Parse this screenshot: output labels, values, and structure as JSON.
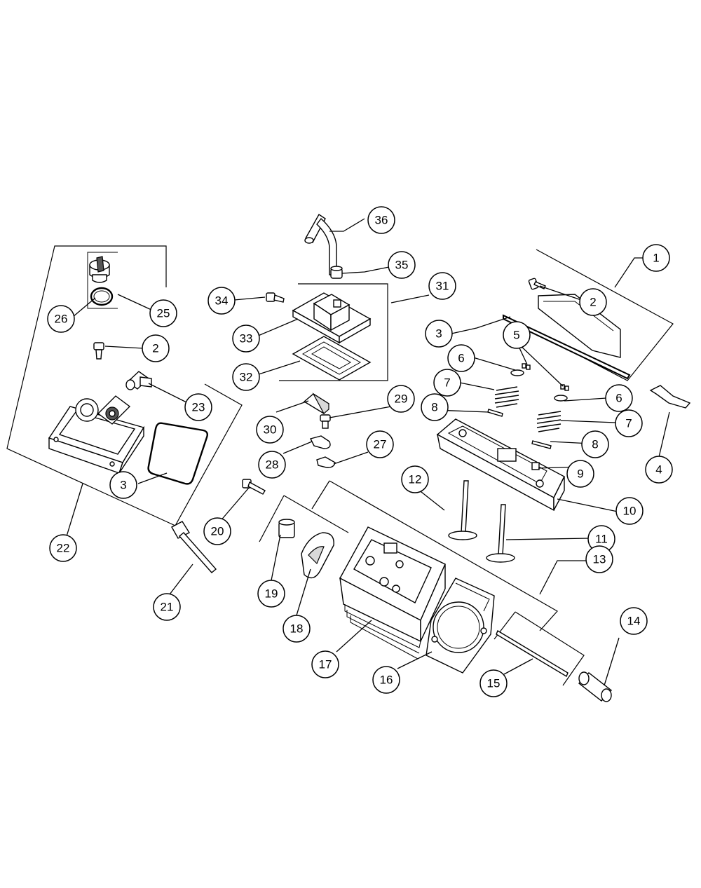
{
  "diagram": {
    "callouts": [
      {
        "id": "c1",
        "label": "1"
      },
      {
        "id": "c2a",
        "label": "2"
      },
      {
        "id": "c2b",
        "label": "2"
      },
      {
        "id": "c3a",
        "label": "3"
      },
      {
        "id": "c3b",
        "label": "3"
      },
      {
        "id": "c4",
        "label": "4"
      },
      {
        "id": "c5",
        "label": "5"
      },
      {
        "id": "c6a",
        "label": "6"
      },
      {
        "id": "c6b",
        "label": "6"
      },
      {
        "id": "c7a",
        "label": "7"
      },
      {
        "id": "c7b",
        "label": "7"
      },
      {
        "id": "c8a",
        "label": "8"
      },
      {
        "id": "c8b",
        "label": "8"
      },
      {
        "id": "c9",
        "label": "9"
      },
      {
        "id": "c10",
        "label": "10"
      },
      {
        "id": "c11",
        "label": "11"
      },
      {
        "id": "c12",
        "label": "12"
      },
      {
        "id": "c13",
        "label": "13"
      },
      {
        "id": "c14",
        "label": "14"
      },
      {
        "id": "c15",
        "label": "15"
      },
      {
        "id": "c16",
        "label": "16"
      },
      {
        "id": "c17",
        "label": "17"
      },
      {
        "id": "c18",
        "label": "18"
      },
      {
        "id": "c19",
        "label": "19"
      },
      {
        "id": "c20",
        "label": "20"
      },
      {
        "id": "c21",
        "label": "21"
      },
      {
        "id": "c22",
        "label": "22"
      },
      {
        "id": "c23",
        "label": "23"
      },
      {
        "id": "c25",
        "label": "25"
      },
      {
        "id": "c26",
        "label": "26"
      },
      {
        "id": "c27",
        "label": "27"
      },
      {
        "id": "c28",
        "label": "28"
      },
      {
        "id": "c29",
        "label": "29"
      },
      {
        "id": "c30",
        "label": "30"
      },
      {
        "id": "c31",
        "label": "31"
      },
      {
        "id": "c32",
        "label": "32"
      },
      {
        "id": "c33",
        "label": "33"
      },
      {
        "id": "c34",
        "label": "34"
      },
      {
        "id": "c35",
        "label": "35"
      },
      {
        "id": "c36",
        "label": "36"
      }
    ]
  }
}
